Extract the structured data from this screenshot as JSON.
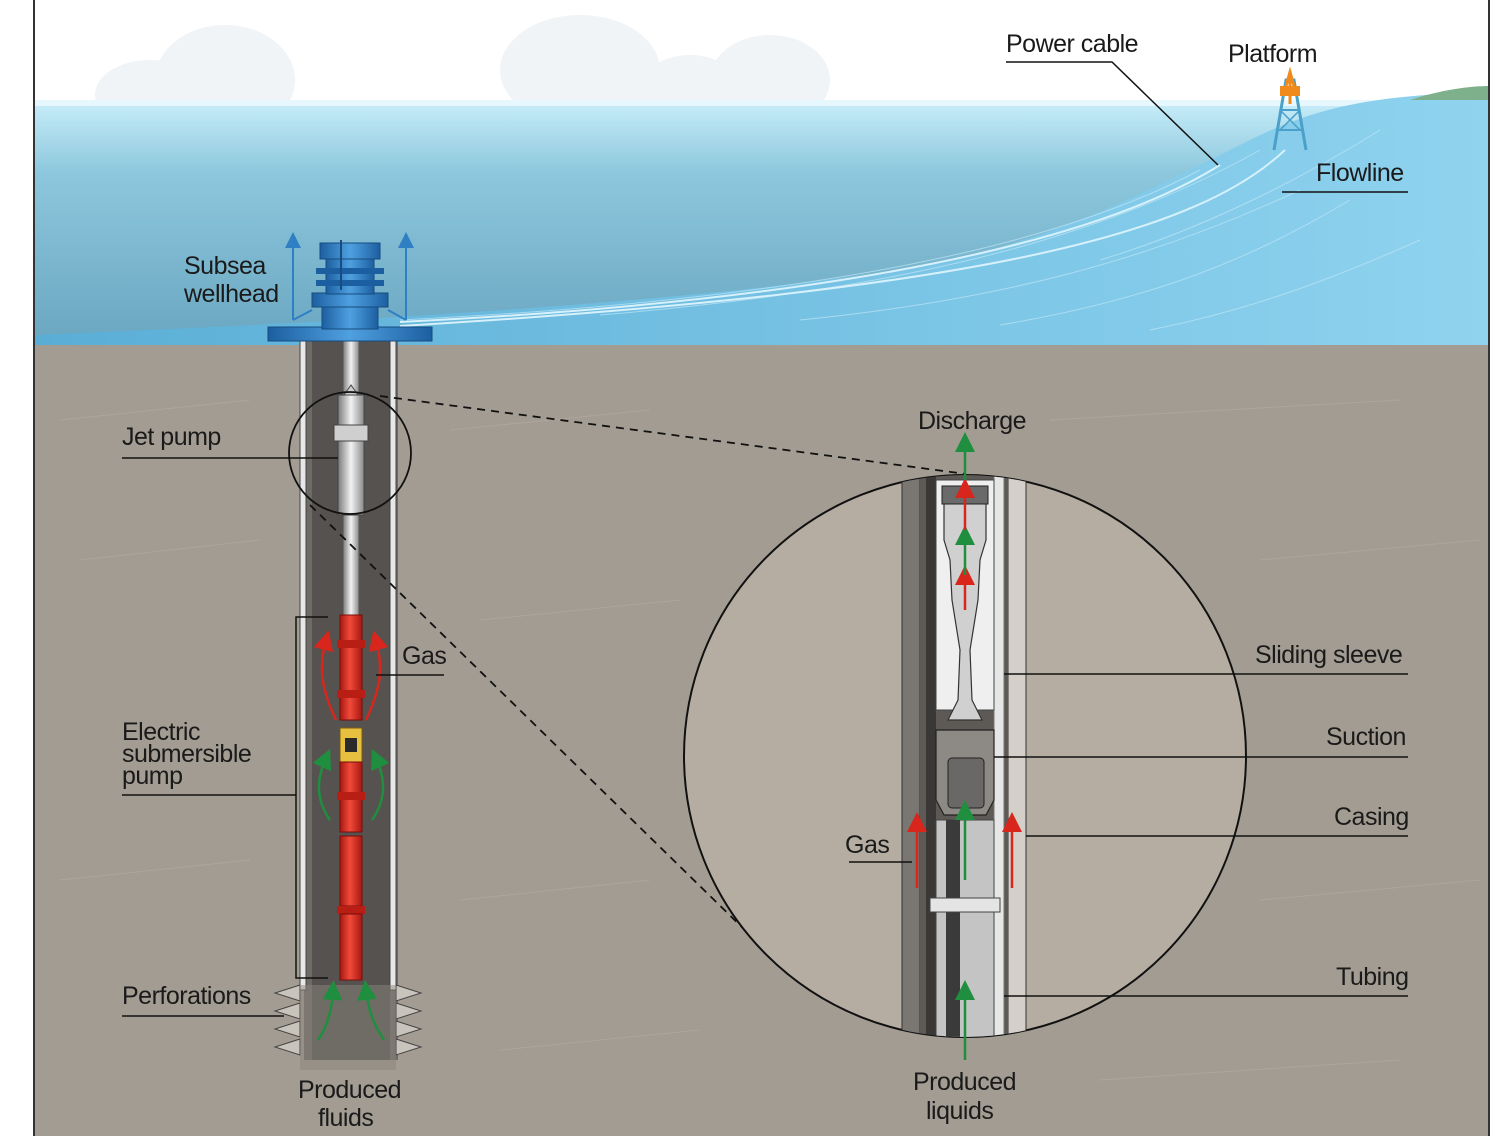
{
  "labels": {
    "power_cable": "Power cable",
    "platform": "Platform",
    "flowline": "Flowline",
    "subsea_wellhead_1": "Subsea",
    "subsea_wellhead_2": "wellhead",
    "jet_pump": "Jet pump",
    "gas_left": "Gas",
    "esp_1": "Electric",
    "esp_2": "submersible",
    "esp_3": "pump",
    "perforations": "Perforations",
    "produced_fluids_1": "Produced",
    "produced_fluids_2": "fluids",
    "discharge": "Discharge",
    "sliding_sleeve": "Sliding sleeve",
    "suction": "Suction",
    "casing": "Casing",
    "gas_detail": "Gas",
    "tubing": "Tubing",
    "produced_liquids_1": "Produced",
    "produced_liquids_2": "liquids"
  },
  "colors": {
    "sky": "#ffffff",
    "sea_top": "#b7e6f5",
    "sea_deep": "#6aa9c4",
    "seabed": "#a39c92",
    "wellhead_blue": "#2f7fc4",
    "pump_red": "#d8261c",
    "gas_arrow": "#d8261c",
    "liquid_arrow": "#1f8f3f",
    "platform_orange": "#f08a1c"
  }
}
